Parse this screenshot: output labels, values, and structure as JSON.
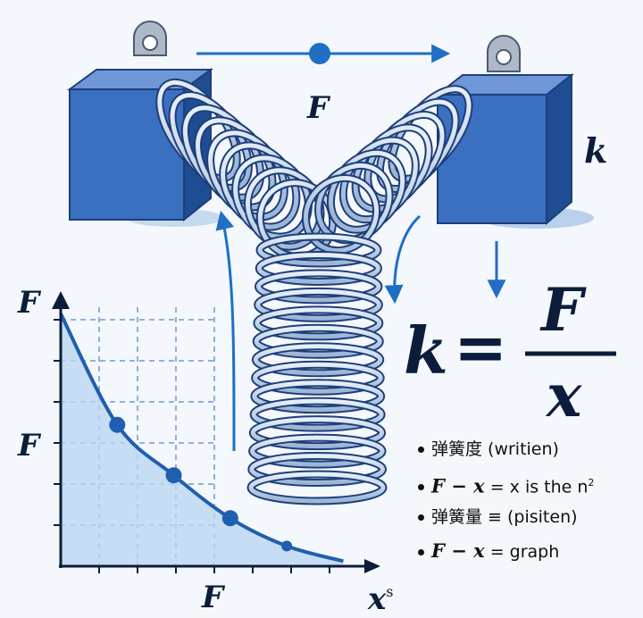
{
  "labels": {
    "force_top": "F",
    "spring_constant": "k",
    "axis_y": "F",
    "axis_y_mid": "F",
    "axis_x_tick": "F",
    "axis_x": "x",
    "axis_x_sup": "s"
  },
  "formula": {
    "lhs": "k",
    "eq": "=",
    "numerator": "F",
    "denominator": "x"
  },
  "legend": [
    {
      "text": "弹簧度 (writien)"
    },
    {
      "math": "F − x",
      "text": " = x is the n",
      "sup": "2"
    },
    {
      "text": "弹簧量 ≡ (pisiten)"
    },
    {
      "math": "F − x",
      "text": " = graph"
    }
  ],
  "colors": {
    "block": "#3b6fc0",
    "block_dark": "#1f4d93",
    "spring": "#b8cbe3",
    "spring_outline": "#1d3f7a",
    "arrow": "#1f6fc4",
    "curve": "#1f5fb0",
    "fill": "#bcd6f1"
  },
  "chart_data": {
    "type": "area",
    "points": [
      [
        0,
        10
      ],
      [
        1,
        5.6
      ],
      [
        2,
        3.6
      ],
      [
        3,
        1.9
      ],
      [
        4,
        0.8
      ],
      [
        5,
        0.2
      ]
    ],
    "markers": [
      [
        1,
        5.6
      ],
      [
        2,
        3.6
      ],
      [
        3,
        1.9
      ],
      [
        4,
        0.8
      ]
    ],
    "xlim": [
      0,
      5.5
    ],
    "ylim": [
      0,
      10.4
    ],
    "grid": true
  }
}
